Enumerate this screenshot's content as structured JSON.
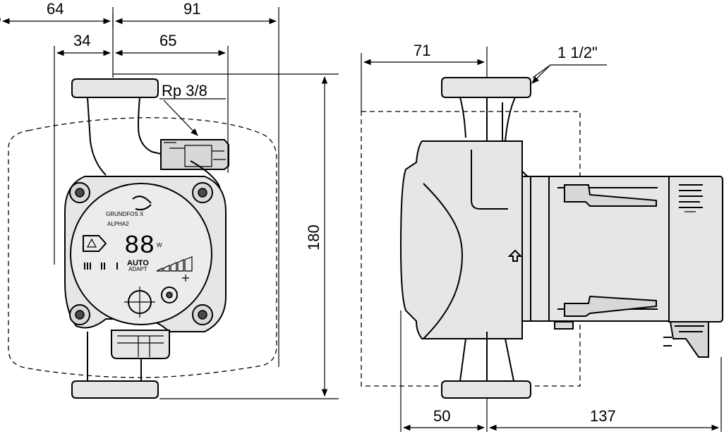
{
  "dimensions": {
    "front_left_top": "64",
    "front_right_top": "91",
    "front_left_inner": "34",
    "front_right_inner": "65",
    "thread_label": "Rp 3/8",
    "height": "180",
    "side_top": "71",
    "connection_label": "1 1/2\"",
    "side_bottom_left": "50",
    "side_bottom_right": "137"
  },
  "front_panel": {
    "brand_text": "GRUNDFOS X",
    "model_text": "ALPHA2",
    "display_digits": "88",
    "display_unit": "W",
    "mode_label": "AUTO",
    "mode_sublabel": "ADAPT"
  }
}
